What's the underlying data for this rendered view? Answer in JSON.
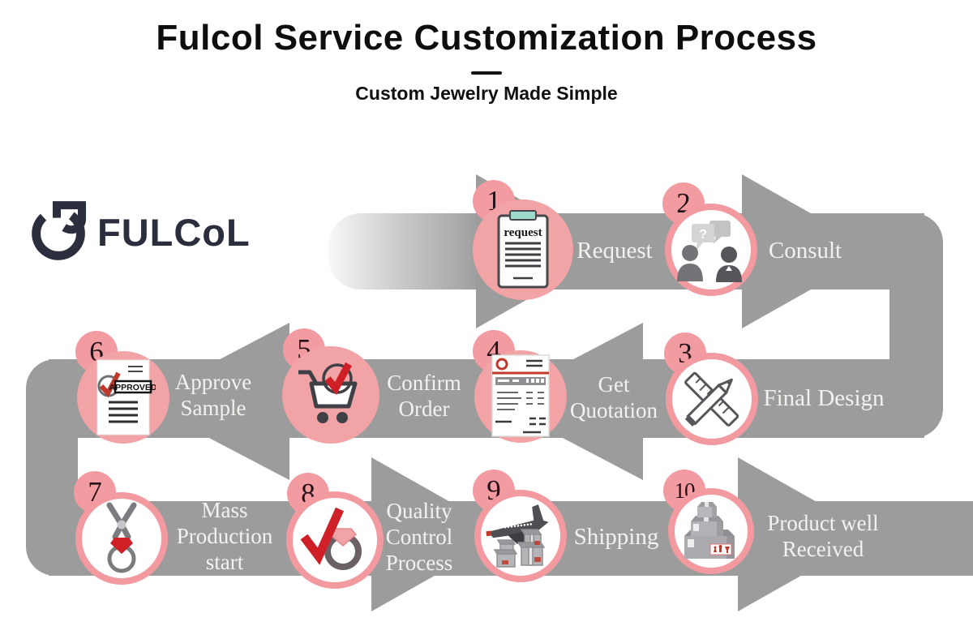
{
  "header": {
    "title": "Fulcol Service Customization Process",
    "subtitle": "Custom Jewelry Made Simple"
  },
  "logo": {
    "text": "FULCoL"
  },
  "colors": {
    "arrow_gray": "#9c9c9c",
    "pink_fill": "#f2a3a6",
    "pink_ring": "#f29aa0",
    "badge_pink": "#f29ca1",
    "number_dark": "#241019",
    "label_white": "#f4f2ef",
    "accent_red": "#cf1f27",
    "icon_gray": "#4a4b4f",
    "clip_teal": "#9ed9cc",
    "logo_navy": "#2b2e3c"
  },
  "steps": [
    {
      "number": "1",
      "label": "Request",
      "icon": "request-clipboard-icon"
    },
    {
      "number": "2",
      "label": "Consult",
      "icon": "consult-people-icon"
    },
    {
      "number": "3",
      "label": "Final Design",
      "icon": "ruler-pencil-icon"
    },
    {
      "number": "4",
      "label": "Get\nQuotation",
      "icon": "invoice-icon"
    },
    {
      "number": "5",
      "label": "Confirm\nOrder",
      "icon": "cart-check-icon"
    },
    {
      "number": "6",
      "label": "Approve\nSample",
      "icon": "approved-document-icon"
    },
    {
      "number": "7",
      "label": "Mass\nProduction\nstart",
      "icon": "tongs-diamond-icon"
    },
    {
      "number": "8",
      "label": "Quality\nControl\nProcess",
      "icon": "ring-check-icon"
    },
    {
      "number": "9",
      "label": "Shipping",
      "icon": "airplane-boxes-icon"
    },
    {
      "number": "10",
      "label": "Product well\nReceived",
      "icon": "stacked-boxes-icon"
    }
  ],
  "icon_texts": {
    "request": "request",
    "approved": "APPROVED",
    "question": "?"
  }
}
